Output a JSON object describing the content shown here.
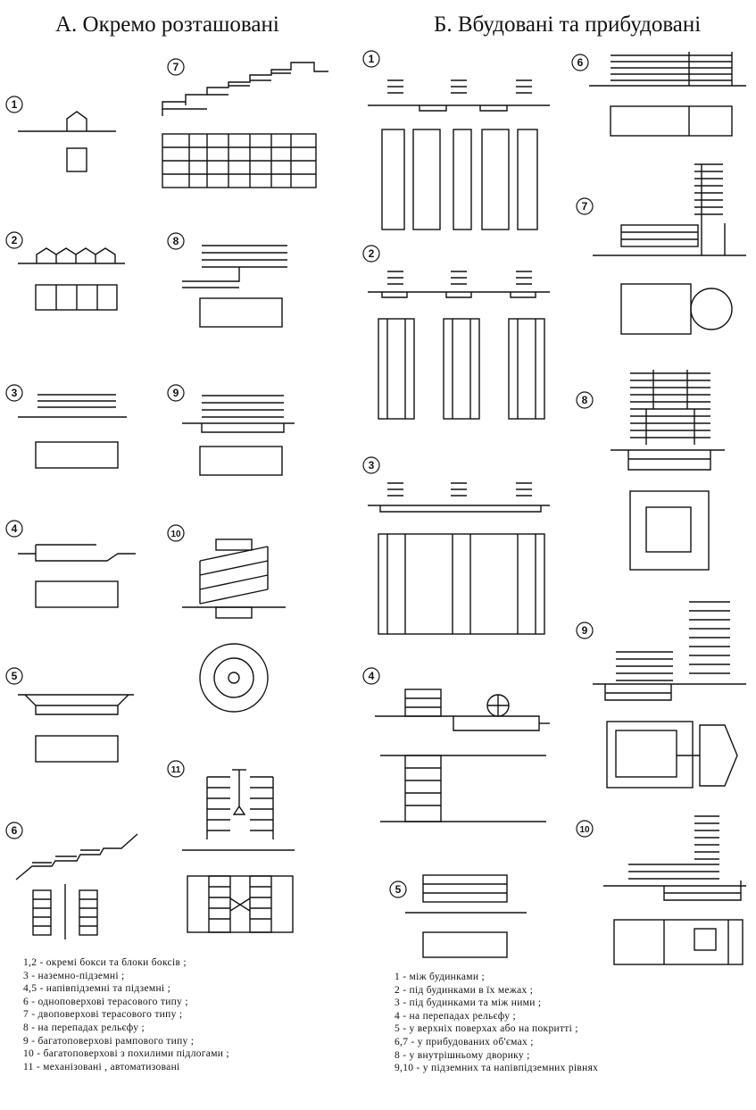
{
  "headings": {
    "left": "А. Окремо розташовані",
    "right": "Б. Вбудовані та прибудовані"
  },
  "left_panel": {
    "labels": [
      "1",
      "2",
      "3",
      "4",
      "5",
      "6",
      "7",
      "8",
      "9",
      "10",
      "11"
    ],
    "legend": [
      "1,2 - окремі бокси та блоки боксів ;",
      "3 - наземно-підземні ;",
      "4,5 - напівпідземні та підземні ;",
      "6 - одноповерхові терасового типу ;",
      "7 - двоповерхові терасового типу ;",
      "8 - на перепадах рельєфу ;",
      "9 - багатоповерхові рампового типу ;",
      "10 - багатоповерхові з похилими підлогами ;",
      "11 - механізовані , автоматизовані"
    ]
  },
  "right_panel": {
    "labels": [
      "1",
      "2",
      "3",
      "4",
      "5",
      "6",
      "7",
      "8",
      "9",
      "10"
    ],
    "legend": [
      "1 - між будинками ;",
      "2 - під будинками в їх межах ;",
      "3 - під будинками та між ними ;",
      "4 - на перепадах рельєфу ;",
      "5 - у верхніх поверхах або на покритті ;",
      "6,7 - у прибудованих об'ємах ;",
      "8 - у внутрішньому дворику ;",
      "9,10 - у підземних та напівпідземних рівнях"
    ]
  },
  "colors": {
    "ink": "#111111",
    "background": "#ffffff"
  }
}
